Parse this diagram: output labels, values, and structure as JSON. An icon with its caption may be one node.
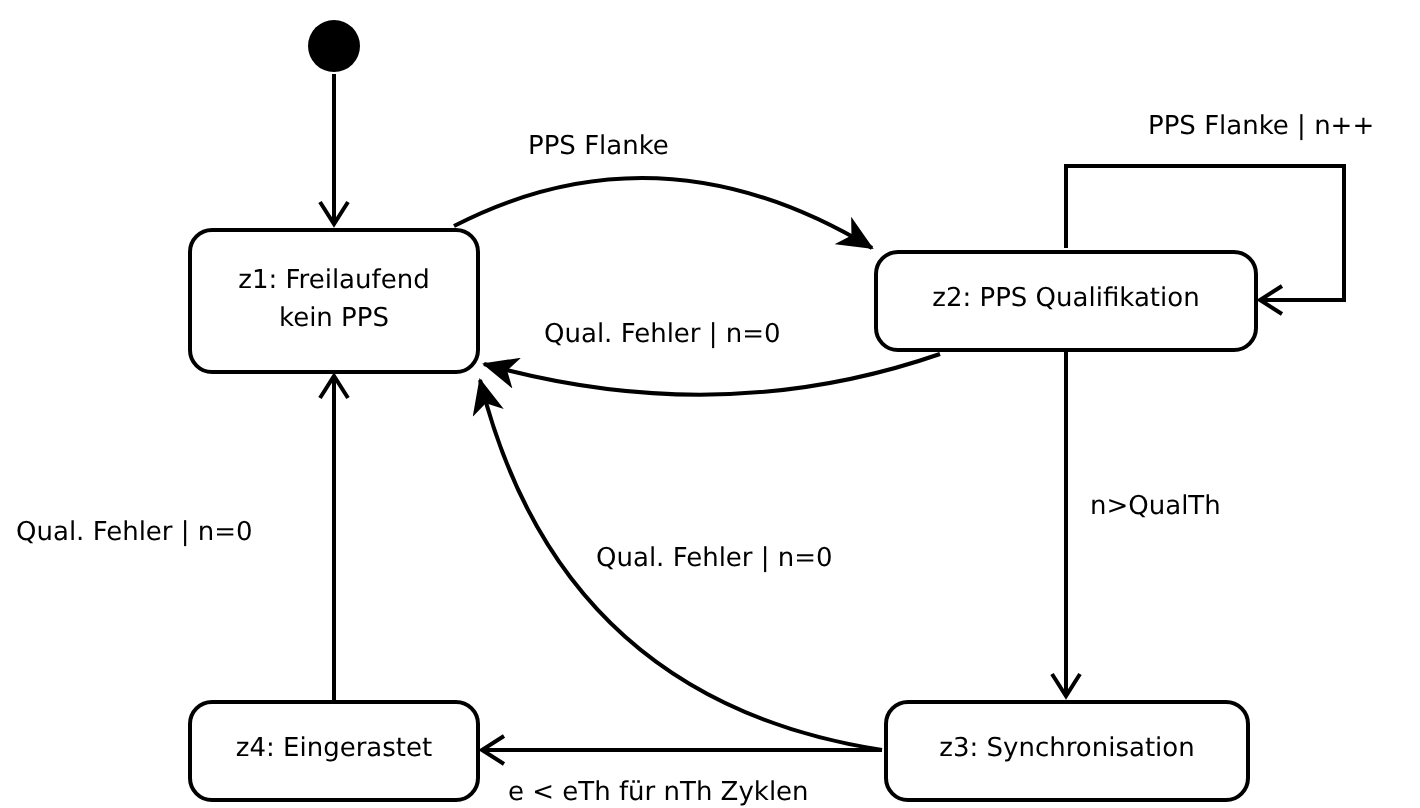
{
  "diagram": {
    "nodes": [
      {
        "text": [],
        "shape": "circle"
      },
      {
        "text": [
          "z1: Freilaufend kein PPS"
        ]
      },
      {
        "text": [
          "z2: PPS Qualifikation"
        ]
      },
      {
        "text": [
          "z3: Synchronisation"
        ]
      },
      {
        "text": [
          "z4: Eingerastet"
        ]
      }
    ],
    "edges": [
      {
        "from": 0,
        "to": 1,
        "arrow": "to"
      },
      {
        "from": 1,
        "to": 2,
        "arrow": "to",
        "label": "PPS Flanke"
      },
      {
        "from": 2,
        "to": 1,
        "arrow": "to",
        "label": "Qual. Fehler | n=0"
      },
      {
        "from": 2,
        "to": 2,
        "arrow": "to",
        "label": "PPS Flanke | n++"
      },
      {
        "from": 2,
        "to": 3,
        "arrow": "to",
        "label": "n>QualTh"
      },
      {
        "from": 3,
        "to": 1,
        "arrow": "to",
        "label": "Qual. Fehler | n=0"
      },
      {
        "from": 3,
        "to": 4,
        "arrow": "to",
        "label": "e < eTh für nTh Zyklen"
      },
      {
        "from": 4,
        "to": 1,
        "arrow": "to",
        "label": "Qual. Fehler | n=0"
      }
    ]
  }
}
